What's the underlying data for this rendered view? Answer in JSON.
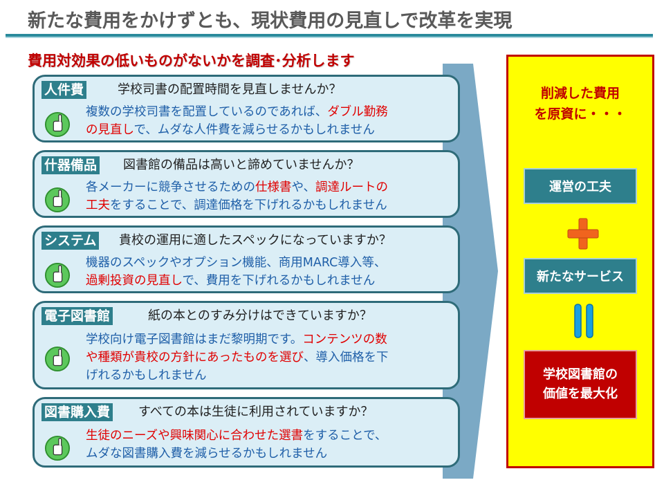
{
  "title": "新たな費用をかけずとも、現状費用の見直しで改革を実現",
  "subtitle": "費用対効果の低いものがないかを調査･分析します",
  "cards": [
    {
      "tag": "人件費",
      "question": "学校司書の配置時間を見直しませんか？",
      "line1": {
        "a": "複数の学校司書を配置しているのであれば、",
        "b": "ダブル勤務"
      },
      "line2": {
        "a": "の見直し",
        "b": "で、ムダな人件費を減らせるかもしれません"
      }
    },
    {
      "tag": "什器備品",
      "question": "図書館の備品は高いと諦めていませんか？",
      "line1": {
        "a": "各メーカーに競争させるための",
        "b": "仕様書",
        "c": "や、",
        "d": "調達ルートの"
      },
      "line2": {
        "a": "工夫",
        "b": "をすることで、調達価格を下げれるかもしれません"
      }
    },
    {
      "tag": "システム",
      "question": "貴校の運用に適したスペックになっていますか？",
      "line1": {
        "a": "機器のスペックやオプション機能、商用MARC導入等、"
      },
      "line2": {
        "a": "過剰投資の見直し",
        "b": "で、費用を下げれるかもしれません"
      }
    },
    {
      "tag": "電子図書館",
      "question": "紙の本とのすみ分けはできていますか？",
      "line1": {
        "a": "学校向け電子図書館はまだ黎明期です。",
        "b": "コンテンツの数"
      },
      "line2": {
        "a": "や種類が貴校の方針にあったものを選び",
        "b": "、導入価格を下"
      },
      "line3": {
        "a": "げれるかもしれません"
      }
    },
    {
      "tag": "図書購入費",
      "question": "すべての本は生徒に利用されていますか？",
      "line1": {
        "a": "生徒のニーズや興味関心に合わせた選書",
        "b": "をすることで、"
      },
      "line2": {
        "a": "ムダな図書購入費を減らせるかもしれません"
      }
    }
  ],
  "panel": {
    "head_line1": "削減した費用",
    "head_line2": "を原資に・・・",
    "box1": "運営の工夫",
    "box2": "新たなサービス",
    "box3_line1": "学校図書館の",
    "box3_line2": "価値を最大化"
  },
  "colors": {
    "accent_teal": "#2e7f8c",
    "emphasis_red": "#e00000",
    "body_blue": "#1f5fa8",
    "panel_yellow": "#ffff00"
  },
  "icons": {
    "card_icon": "pointing-hand-icon",
    "plus": "plus-icon",
    "equals": "equals-icon"
  }
}
